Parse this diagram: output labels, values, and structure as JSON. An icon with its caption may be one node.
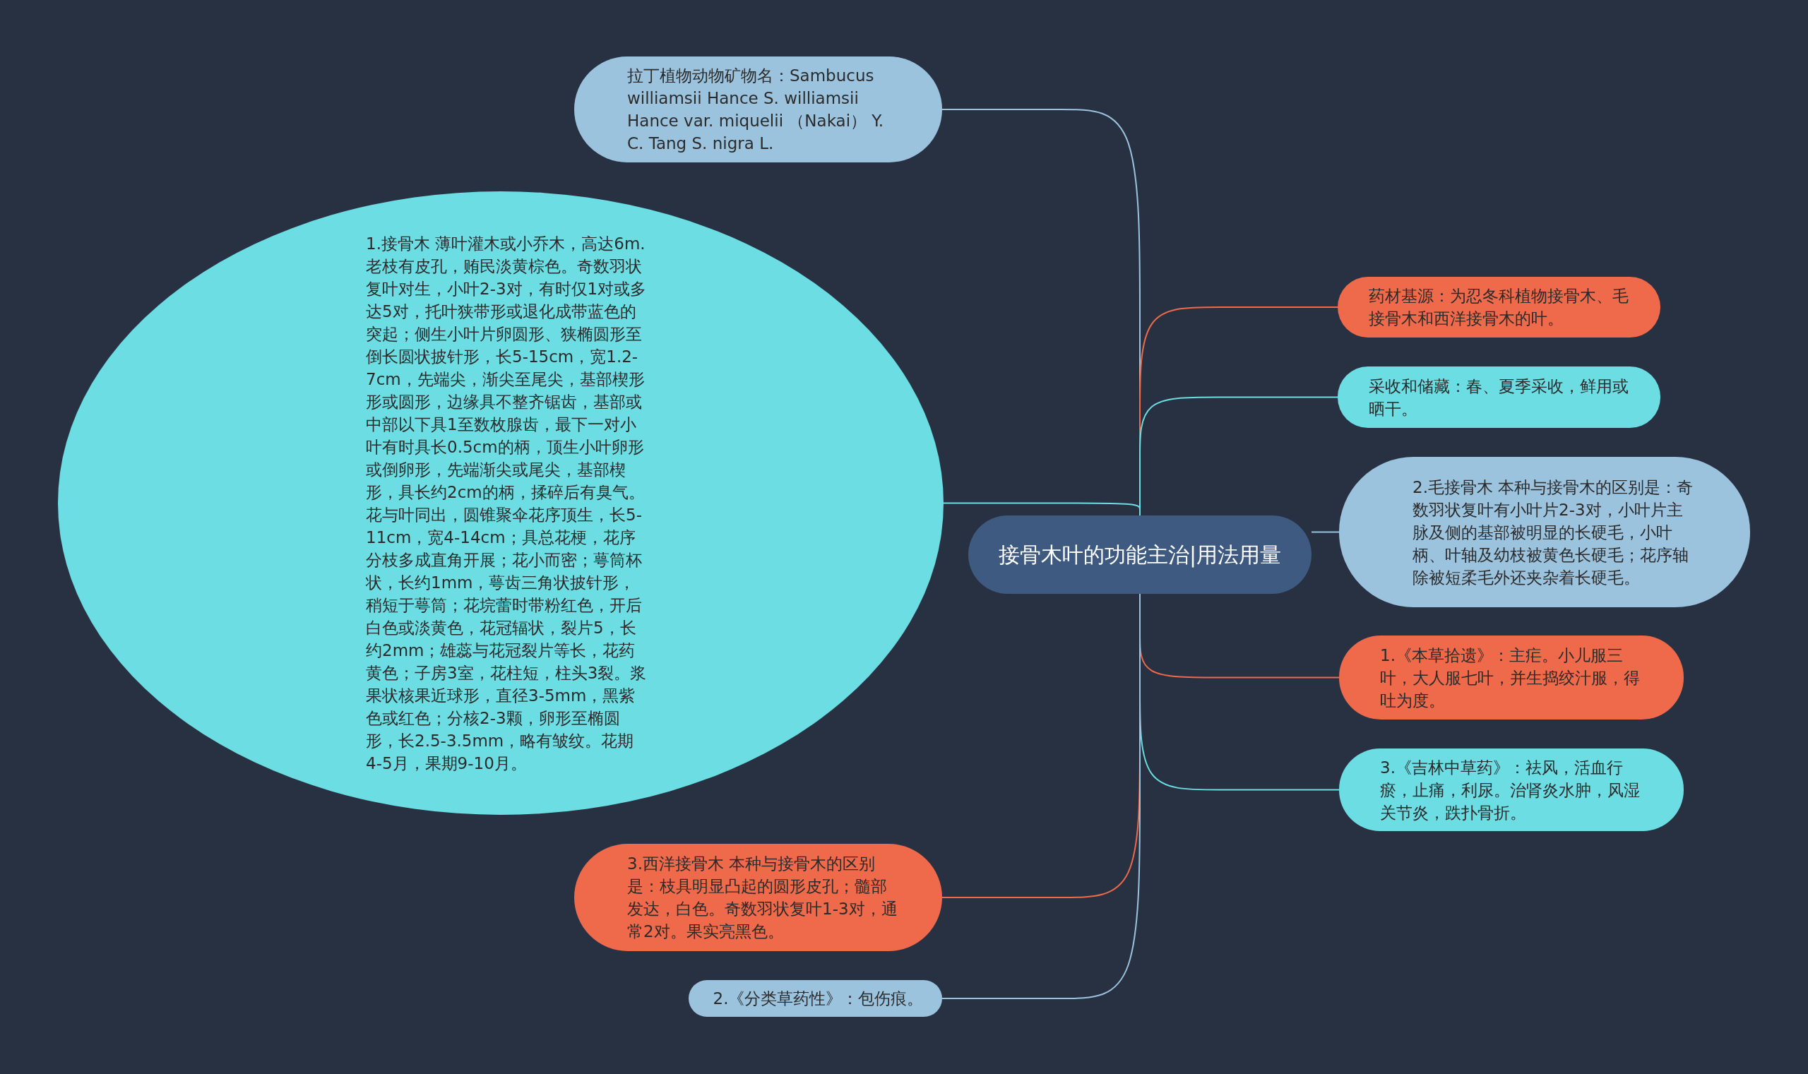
{
  "diagram": {
    "nodes": [
      {
        "text": [
          "接骨木叶的功能主治|用法用量"
        ]
      },
      {
        "text": [
          "拉丁植物动物矿物名：Sambucus williamsii Hance S. williamsii Hance var. miquelii （Nakai） Y. C. Tang S. nigra L."
        ]
      },
      {
        "text": [
          "1.接骨木 薄叶灌木或小乔木，高达6m.老枝有皮孔，贿民淡黄棕色。奇数羽状复叶对生，小叶2-3对，有时仅1对或多达5对，托叶狭带形或退化成带蓝色的突起；侧生小叶片卵圆形、狭椭圆形至倒长圆状披针形，长5-15cm，宽1.2-7cm，先端尖，渐尖至尾尖，基部楔形形或圆形，边缘具不整齐锯齿，基部或中部以下具1至数枚腺齿，最下一对小叶有时具长0.5cm的柄，顶生小叶卵形或倒卵形，先端渐尖或尾尖，基部楔形，具长约2cm的柄，揉碎后有臭气。花与叶同出，圆锥聚伞花序顶生，长5-11cm，宽4-14cm；具总花梗，花序分枝多成直角开展；花小而密；萼筒杯状，长约1mm，萼齿三角状披针形，稍短于萼筒；花垸蕾时带粉红色，开后白色或淡黄色，花冠辐状，裂片5，长约2mm；雄蕊与花冠裂片等长，花药黄色；子房3室，花柱短，柱头3裂。浆果状核果近球形，直径3-5mm，黑紫色或红色；分核2-3颗，卵形至椭圆形，长2.5-3.5mm，略有皱纹。花期4-5月，果期9-10月。"
        ]
      },
      {
        "text": [
          "药材基源：为忍冬科植物接骨木、毛接骨木和西洋接骨木的叶。"
        ]
      },
      {
        "text": [
          "采收和储藏：春、夏季采收，鲜用或晒干。"
        ]
      },
      {
        "text": [
          "2.毛接骨木 本种与接骨木的区别是：奇数羽状复叶有小叶片2-3对，小叶片主脉及侧的基部被明显的长硬毛，小叶柄、叶轴及幼枝被黄色长硬毛；花序轴除被短柔毛外还夹杂着长硬毛。"
        ]
      },
      {
        "text": [
          "1.《本草拾遗》：主疟。小儿服三叶，大人服七叶，并生捣绞汁服，得吐为度。"
        ]
      },
      {
        "text": [
          "3.《吉林中草药》：祛风，活血行瘀，止痛，利尿。治肾炎水肿，风湿关节炎，跌扑骨折。"
        ]
      },
      {
        "text": [
          "3.西洋接骨木 本种与接骨木的区别是：枝具明显凸起的圆形皮孔；髓部发达，白色。奇数羽状复叶1-3对，通常2对。果实亮黑色。"
        ]
      },
      {
        "text": [
          "2.《分类草药性》：包伤痕。"
        ]
      }
    ],
    "edges": [
      {
        "from": 0,
        "to": 1,
        "arrow": "none",
        "color": "#9cc3de"
      },
      {
        "from": 0,
        "to": 2,
        "arrow": "none",
        "color": "#6bdde3"
      },
      {
        "from": 0,
        "to": 3,
        "arrow": "none",
        "color": "#ee6a4a"
      },
      {
        "from": 0,
        "to": 4,
        "arrow": "none",
        "color": "#6bdde3"
      },
      {
        "from": 0,
        "to": 5,
        "arrow": "none",
        "color": "#9cc3de"
      },
      {
        "from": 0,
        "to": 6,
        "arrow": "none",
        "color": "#ee6a4a"
      },
      {
        "from": 0,
        "to": 7,
        "arrow": "none",
        "color": "#6bdde3"
      },
      {
        "from": 0,
        "to": 8,
        "arrow": "none",
        "color": "#ee6a4a"
      },
      {
        "from": 0,
        "to": 9,
        "arrow": "none",
        "color": "#9cc3de"
      }
    ]
  }
}
